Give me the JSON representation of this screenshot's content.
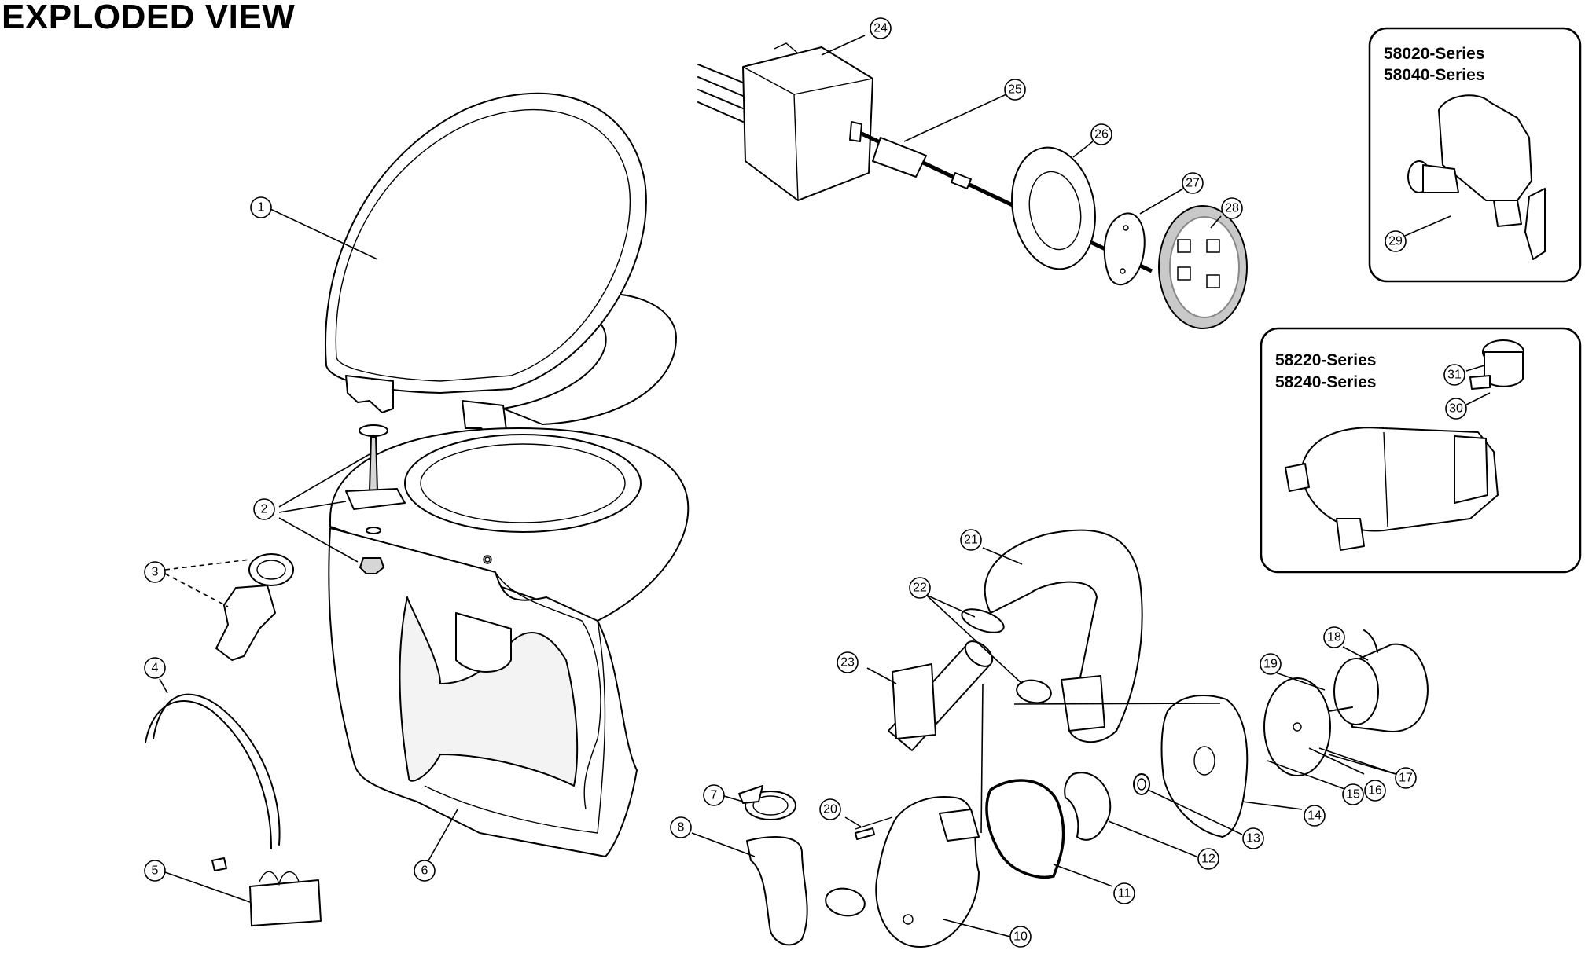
{
  "title": "EXPLODED VIEW",
  "inset_valve": {
    "series": [
      "58020-Series",
      "58040-Series"
    ],
    "callout": "29"
  },
  "inset_pump": {
    "series": [
      "58220-Series",
      "58240-Series"
    ],
    "callouts": [
      "31",
      "30"
    ]
  },
  "callouts": [
    "1",
    "2",
    "3",
    "4",
    "5",
    "6",
    "7",
    "8",
    "10",
    "11",
    "12",
    "13",
    "14",
    "15",
    "16",
    "17",
    "18",
    "19",
    "20",
    "21",
    "22",
    "23",
    "24",
    "25",
    "26",
    "27",
    "28"
  ]
}
